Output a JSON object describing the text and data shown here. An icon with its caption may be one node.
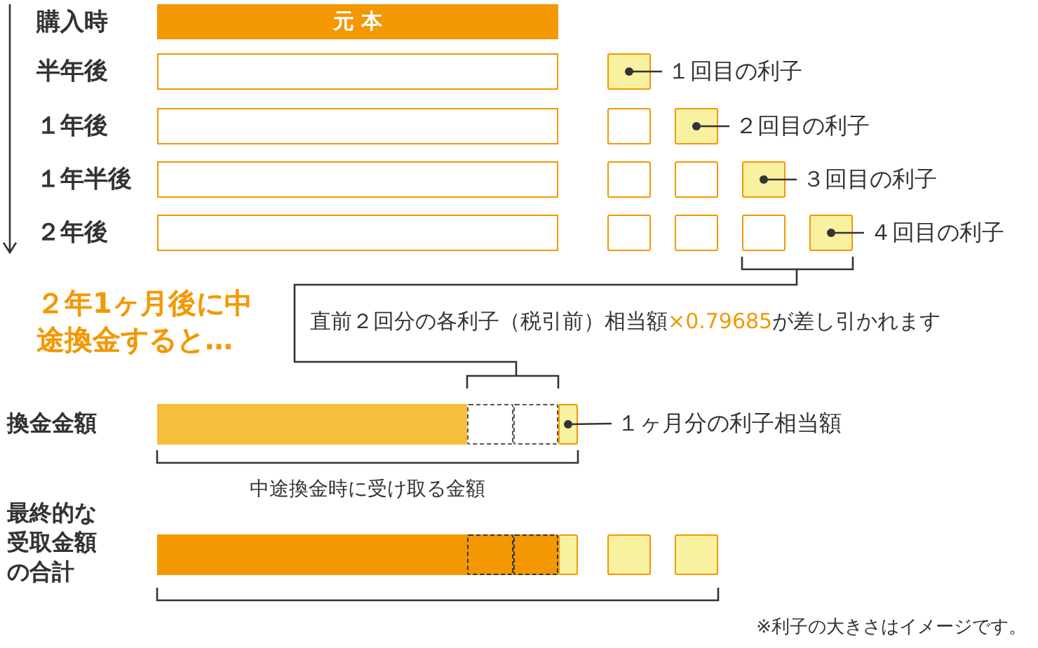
{
  "diagram": {
    "nodes": [
      {
        "text": [
          "元 本"
        ]
      },
      {
        "text": [],
        "shape": "bar"
      },
      {
        "text": [],
        "shape": "box"
      },
      {
        "text": [
          "１回目の利子"
        ]
      },
      {
        "text": [],
        "shape": "bar"
      },
      {
        "text": [],
        "shape": "box"
      },
      {
        "text": [],
        "shape": "box"
      },
      {
        "text": [
          "２回目の利子"
        ]
      },
      {
        "text": [],
        "shape": "bar"
      },
      {
        "text": [],
        "shape": "box"
      },
      {
        "text": [],
        "shape": "box"
      },
      {
        "text": [],
        "shape": "box"
      },
      {
        "text": [
          "３回目の利子"
        ]
      },
      {
        "text": [],
        "shape": "bar"
      },
      {
        "text": [],
        "shape": "box"
      },
      {
        "text": [],
        "shape": "box"
      },
      {
        "text": [],
        "shape": "box"
      },
      {
        "text": [],
        "shape": "box"
      },
      {
        "text": [
          "４回目の利子"
        ]
      },
      {
        "text": [],
        "shape": "bar"
      },
      {
        "text": [],
        "shape": "box"
      },
      {
        "text": [],
        "shape": "box"
      },
      {
        "text": [],
        "shape": "box"
      },
      {
        "text": [
          "１ヶ月分の利子相当額"
        ]
      },
      {
        "text": [],
        "shape": "bar"
      },
      {
        "text": [],
        "shape": "box",
        "in": 24
      },
      {
        "text": [],
        "shape": "box",
        "in": 24
      },
      {
        "text": [],
        "shape": "box"
      },
      {
        "text": [],
        "shape": "box"
      },
      {
        "text": [],
        "shape": "box"
      }
    ],
    "edges": [
      {
        "from": 3,
        "to": 2,
        "arrow": "other"
      },
      {
        "from": 7,
        "to": 6,
        "arrow": "other"
      },
      {
        "from": 12,
        "to": 11,
        "arrow": "other"
      },
      {
        "from": 18,
        "to": 17,
        "arrow": "other"
      },
      {
        "from": 23,
        "to": 22,
        "arrow": "other"
      }
    ],
    "labels": [
      "購入時",
      "半年後",
      "１年後",
      "１年半後",
      "２年後",
      "２年1ヶ月後に中途換金すると…",
      "直前２回分の各利子（税引前）相当額",
      "×0.79685",
      "が差し引かれます",
      "換金金額",
      "中途換金時に受け取る金額",
      "最終的な受取金額の合計",
      "※利子の大きさはイメージです。"
    ]
  }
}
